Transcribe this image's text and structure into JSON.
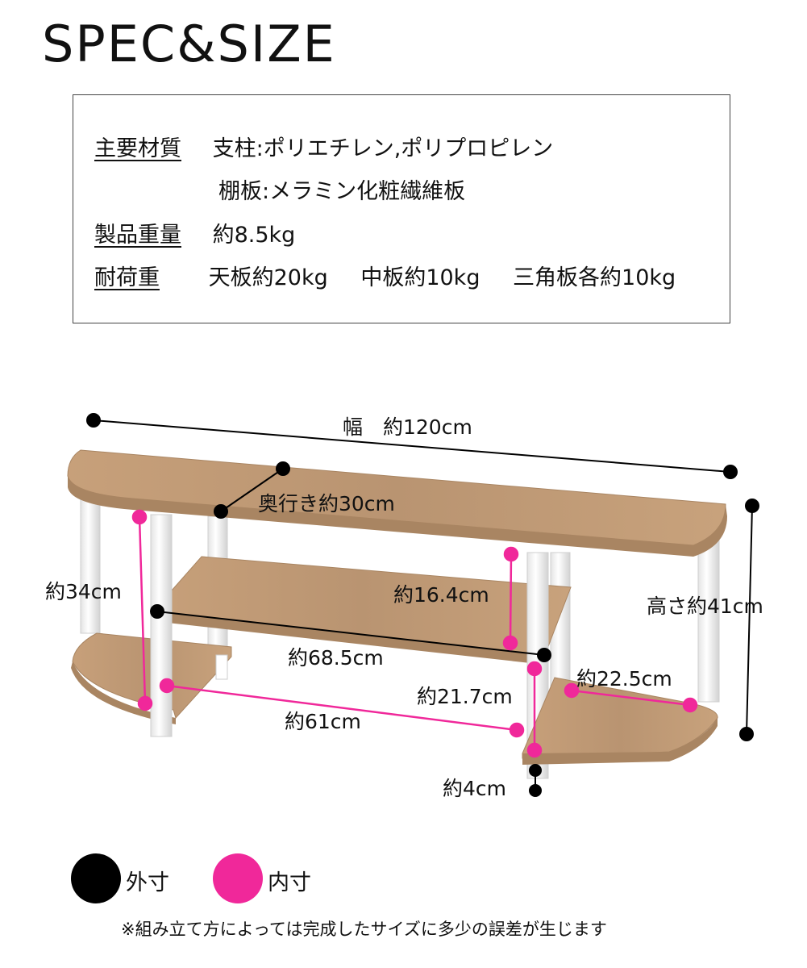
{
  "title": "SPEC&SIZE",
  "specs": {
    "material_label": "主要材質",
    "material_pillar": "支柱:ポリエチレン,ポリプロピレン",
    "material_shelf": "棚板:メラミン化粧繊維板",
    "weight_label": "製品重量",
    "weight_value": "約8.5kg",
    "load_label": "耐荷重",
    "load_top": "天板約20kg",
    "load_middle": "中板約10kg",
    "load_triangle": "三角板各約10kg"
  },
  "dimensions": {
    "width": "幅　約120cm",
    "depth": "奥行き約30cm",
    "height": "高さ約41cm",
    "left_inner_height": "約34cm",
    "middle_inner_height": "約16.4cm",
    "middle_width": "約68.5cm",
    "lower_inner_height": "約21.7cm",
    "bottom_inner_width": "約61cm",
    "triangle_inner_width": "約22.5cm",
    "leg_height": "約4cm"
  },
  "legend": {
    "outer_label": "外寸",
    "inner_label": "内寸",
    "outer_color": "#000000",
    "inner_color": "#f0289a"
  },
  "note": "※組み立て方によっては完成したサイズに多少の誤差が生じます",
  "colors": {
    "wood": "#c29a72",
    "wood_edge": "#a98562",
    "leg": "#ffffff"
  }
}
